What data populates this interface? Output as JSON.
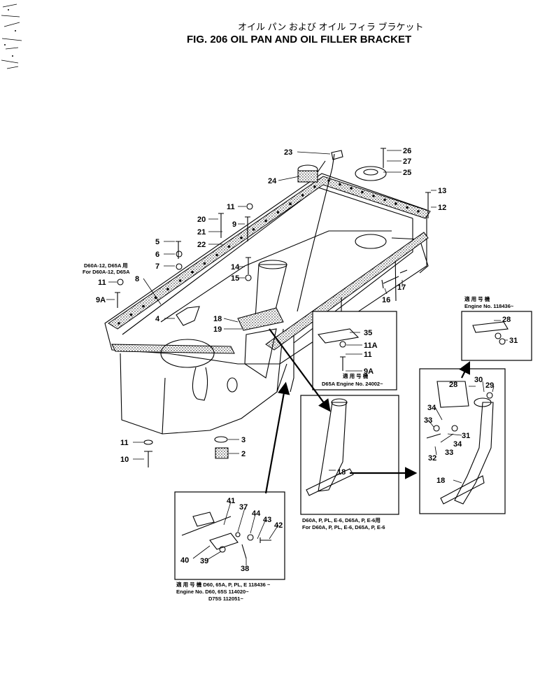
{
  "header": {
    "title_jp": "オイル パン および オイル フィラ ブラケット",
    "title_en": "FIG. 206  OIL PAN AND OIL FILLER BRACKET"
  },
  "callouts": [
    {
      "id": "c23",
      "label": "23"
    },
    {
      "id": "c24",
      "label": "24"
    },
    {
      "id": "c26",
      "label": "26"
    },
    {
      "id": "c27",
      "label": "27"
    },
    {
      "id": "c25",
      "label": "25"
    },
    {
      "id": "c13",
      "label": "13"
    },
    {
      "id": "c12",
      "label": "12"
    },
    {
      "id": "c20",
      "label": "20"
    },
    {
      "id": "c21",
      "label": "21"
    },
    {
      "id": "c22",
      "label": "22"
    },
    {
      "id": "c11a",
      "label": "11"
    },
    {
      "id": "c9a",
      "label": "9"
    },
    {
      "id": "c5",
      "label": "5"
    },
    {
      "id": "c6",
      "label": "6"
    },
    {
      "id": "c7",
      "label": "7"
    },
    {
      "id": "c14",
      "label": "14"
    },
    {
      "id": "c15",
      "label": "15"
    },
    {
      "id": "c8",
      "label": "8"
    },
    {
      "id": "c11b",
      "label": "11"
    },
    {
      "id": "c9A",
      "label": "9A"
    },
    {
      "id": "c4",
      "label": "4"
    },
    {
      "id": "c18a",
      "label": "18"
    },
    {
      "id": "c19",
      "label": "19"
    },
    {
      "id": "c16",
      "label": "16"
    },
    {
      "id": "c17",
      "label": "17"
    },
    {
      "id": "c35",
      "label": "35"
    },
    {
      "id": "c11A",
      "label": "11A"
    },
    {
      "id": "c11c",
      "label": "11"
    },
    {
      "id": "c9Ab",
      "label": "9A"
    },
    {
      "id": "c11d",
      "label": "11"
    },
    {
      "id": "c10",
      "label": "10"
    },
    {
      "id": "c3",
      "label": "3"
    },
    {
      "id": "c2",
      "label": "2"
    },
    {
      "id": "c18b",
      "label": "18"
    },
    {
      "id": "c28a",
      "label": "28"
    },
    {
      "id": "c31a",
      "label": "31"
    },
    {
      "id": "c28b",
      "label": "28"
    },
    {
      "id": "c30",
      "label": "30"
    },
    {
      "id": "c29",
      "label": "29"
    },
    {
      "id": "c34a",
      "label": "34"
    },
    {
      "id": "c33a",
      "label": "33"
    },
    {
      "id": "c31b",
      "label": "31"
    },
    {
      "id": "c34b",
      "label": "34"
    },
    {
      "id": "c33b",
      "label": "33"
    },
    {
      "id": "c32",
      "label": "32"
    },
    {
      "id": "c18c",
      "label": "18"
    },
    {
      "id": "c41",
      "label": "41"
    },
    {
      "id": "c37",
      "label": "37"
    },
    {
      "id": "c44",
      "label": "44"
    },
    {
      "id": "c43",
      "label": "43"
    },
    {
      "id": "c42",
      "label": "42"
    },
    {
      "id": "c40",
      "label": "40"
    },
    {
      "id": "c39",
      "label": "39"
    },
    {
      "id": "c38",
      "label": "38"
    }
  ],
  "notes": {
    "d60_d65_line1": "D60A-12, D65A 用",
    "d60_d65_line2": "For D60A-12, D65A",
    "d65a_jp": "適 用 号 機",
    "d65a_en": "D65A  Engine No. 24002~",
    "top_right_jp": "適 用 号 機",
    "top_right_en": "Engine No. 118436~",
    "mid_line1": "D60A, P, PL, E-6, D65A, P, E-6用",
    "mid_line2": "For D60A, P, PL, E-6, D65A, P, E-6",
    "bottom_jp": "適 用 号 機  D60, 65A, P, PL, E 118436 ~",
    "bottom_en1": "Engine No. D60, 65S 114020~",
    "bottom_en2": "D75S 112051~"
  }
}
